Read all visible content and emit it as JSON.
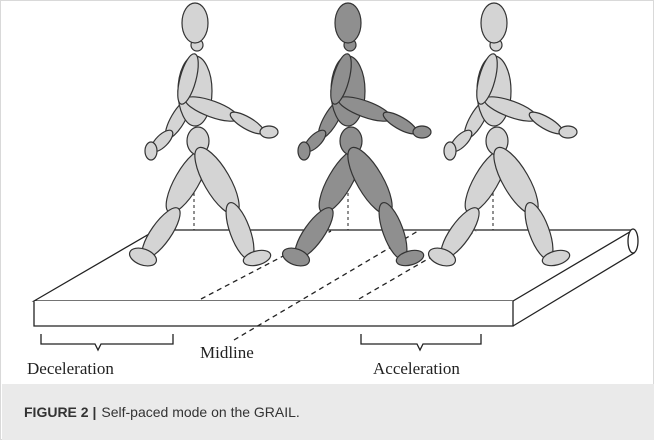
{
  "diagram": {
    "labels": {
      "deceleration": "Deceleration",
      "midline": "Midline",
      "acceleration": "Acceleration"
    },
    "colors": {
      "light_figure": "#d4d4d4",
      "dark_figure": "#8f8f8f",
      "outline": "#333333"
    },
    "figures": [
      {
        "name": "walker-left",
        "shade": "light"
      },
      {
        "name": "walker-center",
        "shade": "dark"
      },
      {
        "name": "walker-right",
        "shade": "light"
      }
    ]
  },
  "caption": {
    "label": "FIGURE 2 |",
    "text": "Self-paced mode on the GRAIL."
  }
}
